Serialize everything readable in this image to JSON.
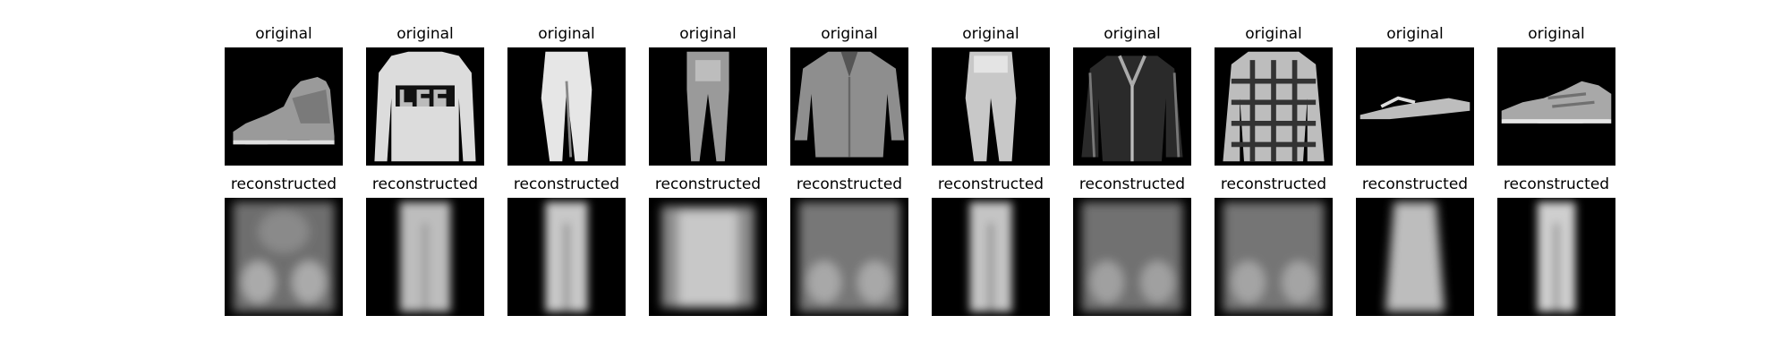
{
  "rows": [
    {
      "title": "original",
      "panels": [
        {
          "title": "original",
          "depicts": "ankle-boot"
        },
        {
          "title": "original",
          "depicts": "pullover-with-logo"
        },
        {
          "title": "original",
          "depicts": "trouser"
        },
        {
          "title": "original",
          "depicts": "trouser"
        },
        {
          "title": "original",
          "depicts": "shirt"
        },
        {
          "title": "original",
          "depicts": "trouser"
        },
        {
          "title": "original",
          "depicts": "coat"
        },
        {
          "title": "original",
          "depicts": "plaid-shirt"
        },
        {
          "title": "original",
          "depicts": "sandal"
        },
        {
          "title": "original",
          "depicts": "sneaker"
        }
      ]
    },
    {
      "title": "reconstructed",
      "panels": [
        {
          "title": "reconstructed",
          "depicts": "blurry-top"
        },
        {
          "title": "reconstructed",
          "depicts": "blurry-trouser"
        },
        {
          "title": "reconstructed",
          "depicts": "blurry-trouser"
        },
        {
          "title": "reconstructed",
          "depicts": "blurry-shirt"
        },
        {
          "title": "reconstructed",
          "depicts": "blurry-top"
        },
        {
          "title": "reconstructed",
          "depicts": "blurry-trouser"
        },
        {
          "title": "reconstructed",
          "depicts": "blurry-top"
        },
        {
          "title": "reconstructed",
          "depicts": "blurry-top"
        },
        {
          "title": "reconstructed",
          "depicts": "blurry-dress"
        },
        {
          "title": "reconstructed",
          "depicts": "blurry-trouser"
        }
      ]
    }
  ],
  "colors": {
    "background": "#000000",
    "figure": "#ffffff"
  }
}
